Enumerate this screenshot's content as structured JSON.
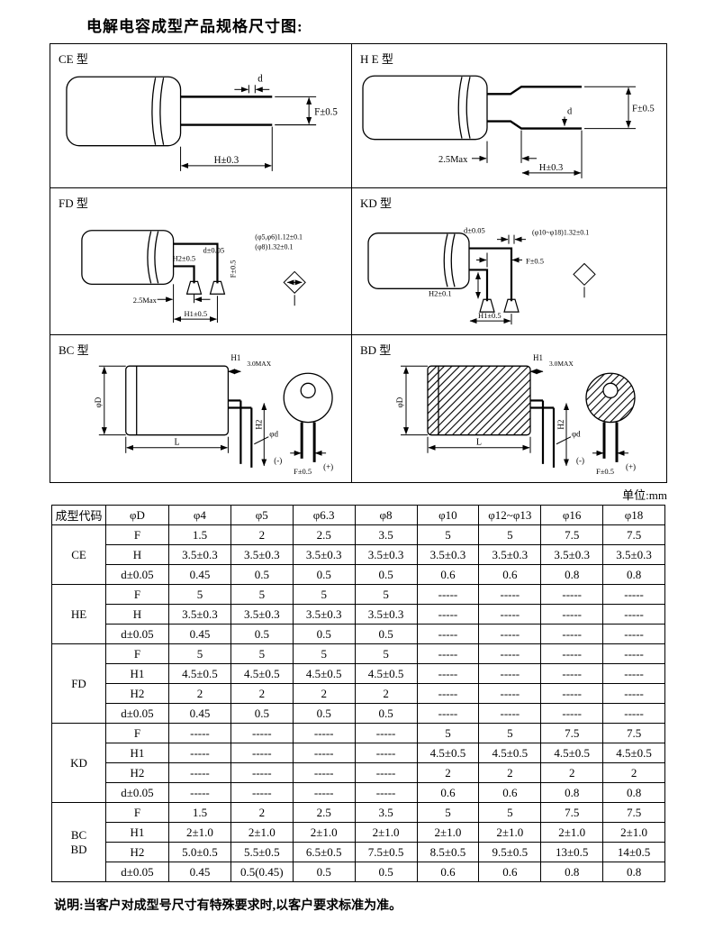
{
  "page": {
    "title": "电解电容成型产品规格尺寸图:",
    "unit_label": "单位:mm",
    "footer_note": "说明:当客户对成型号尺寸有特殊要求时,以客户要求标准为准。"
  },
  "diagrams": {
    "ce": {
      "title": "CE 型",
      "labels": {
        "d": "d",
        "f": "F±0.5",
        "h": "H±0.3"
      }
    },
    "he": {
      "title": "H E 型",
      "labels": {
        "f": "F±0.5",
        "d": "d",
        "max": "2.5Max",
        "h": "H±0.3"
      }
    },
    "fd": {
      "title": "FD 型",
      "labels": {
        "h2": "H2±0.5",
        "d": "d±0.05",
        "f": "F±0.5",
        "note1": "(φ5,φ6)1.12±0.1",
        "note2": "(φ8)1.32±0.1",
        "max": "2.5Max",
        "h1": "H1±0.5"
      }
    },
    "kd": {
      "title": "KD 型",
      "labels": {
        "d": "d±0.05",
        "note1": "(φ10~φ18)1.32±0.1",
        "f": "F±0.5",
        "h2": "H2±0.1",
        "h1": "H1±0.5"
      }
    },
    "bc": {
      "title": "BC 型",
      "labels": {
        "phi_d_big": "φD",
        "l": "L",
        "h1": "H1",
        "max": "3.0MAX",
        "h2": "H2",
        "phi_d_small": "φd",
        "f": "F±0.5",
        "minus": "(-)",
        "plus": "(+)"
      }
    },
    "bd": {
      "title": "BD 型",
      "labels": {
        "phi_d_big": "φD",
        "l": "L",
        "h1": "H1",
        "max": "3.0MAX",
        "h2": "H2",
        "phi_d_small": "φd",
        "f": "F±0.5",
        "minus": "(-)",
        "plus": "(+)"
      }
    }
  },
  "table": {
    "headers": [
      "成型代码",
      "φD",
      "φ4",
      "φ5",
      "φ6.3",
      "φ8",
      "φ10",
      "φ12~φ13",
      "φ16",
      "φ18"
    ],
    "groups": [
      {
        "code": "CE",
        "rows": [
          {
            "param": "F",
            "values": [
              "1.5",
              "2",
              "2.5",
              "3.5",
              "5",
              "5",
              "7.5",
              "7.5"
            ]
          },
          {
            "param": "H",
            "values": [
              "3.5±0.3",
              "3.5±0.3",
              "3.5±0.3",
              "3.5±0.3",
              "3.5±0.3",
              "3.5±0.3",
              "3.5±0.3",
              "3.5±0.3"
            ]
          },
          {
            "param": "d±0.05",
            "values": [
              "0.45",
              "0.5",
              "0.5",
              "0.5",
              "0.6",
              "0.6",
              "0.8",
              "0.8"
            ]
          }
        ]
      },
      {
        "code": "HE",
        "rows": [
          {
            "param": "F",
            "values": [
              "5",
              "5",
              "5",
              "5",
              "-----",
              "-----",
              "-----",
              "-----"
            ]
          },
          {
            "param": "H",
            "values": [
              "3.5±0.3",
              "3.5±0.3",
              "3.5±0.3",
              "3.5±0.3",
              "-----",
              "-----",
              "-----",
              "-----"
            ]
          },
          {
            "param": "d±0.05",
            "values": [
              "0.45",
              "0.5",
              "0.5",
              "0.5",
              "-----",
              "-----",
              "-----",
              "-----"
            ]
          }
        ]
      },
      {
        "code": "FD",
        "rows": [
          {
            "param": "F",
            "values": [
              "5",
              "5",
              "5",
              "5",
              "-----",
              "-----",
              "-----",
              "-----"
            ]
          },
          {
            "param": "H1",
            "values": [
              "4.5±0.5",
              "4.5±0.5",
              "4.5±0.5",
              "4.5±0.5",
              "-----",
              "-----",
              "-----",
              "-----"
            ]
          },
          {
            "param": "H2",
            "values": [
              "2",
              "2",
              "2",
              "2",
              "-----",
              "-----",
              "-----",
              "-----"
            ]
          },
          {
            "param": "d±0.05",
            "values": [
              "0.45",
              "0.5",
              "0.5",
              "0.5",
              "-----",
              "-----",
              "-----",
              "-----"
            ]
          }
        ]
      },
      {
        "code": "KD",
        "rows": [
          {
            "param": "F",
            "values": [
              "-----",
              "-----",
              "-----",
              "-----",
              "5",
              "5",
              "7.5",
              "7.5"
            ]
          },
          {
            "param": "H1",
            "values": [
              "-----",
              "-----",
              "-----",
              "-----",
              "4.5±0.5",
              "4.5±0.5",
              "4.5±0.5",
              "4.5±0.5"
            ]
          },
          {
            "param": "H2",
            "values": [
              "-----",
              "-----",
              "-----",
              "-----",
              "2",
              "2",
              "2",
              "2"
            ]
          },
          {
            "param": "d±0.05",
            "values": [
              "-----",
              "-----",
              "-----",
              "-----",
              "0.6",
              "0.6",
              "0.8",
              "0.8"
            ]
          }
        ]
      },
      {
        "code": "BC\nBD",
        "rows": [
          {
            "param": "F",
            "values": [
              "1.5",
              "2",
              "2.5",
              "3.5",
              "5",
              "5",
              "7.5",
              "7.5"
            ]
          },
          {
            "param": "H1",
            "values": [
              "2±1.0",
              "2±1.0",
              "2±1.0",
              "2±1.0",
              "2±1.0",
              "2±1.0",
              "2±1.0",
              "2±1.0"
            ]
          },
          {
            "param": "H2",
            "values": [
              "5.0±0.5",
              "5.5±0.5",
              "6.5±0.5",
              "7.5±0.5",
              "8.5±0.5",
              "9.5±0.5",
              "13±0.5",
              "14±0.5"
            ]
          },
          {
            "param": "d±0.05",
            "values": [
              "0.45",
              "0.5(0.45)",
              "0.5",
              "0.5",
              "0.6",
              "0.6",
              "0.8",
              "0.8"
            ]
          }
        ]
      }
    ]
  }
}
